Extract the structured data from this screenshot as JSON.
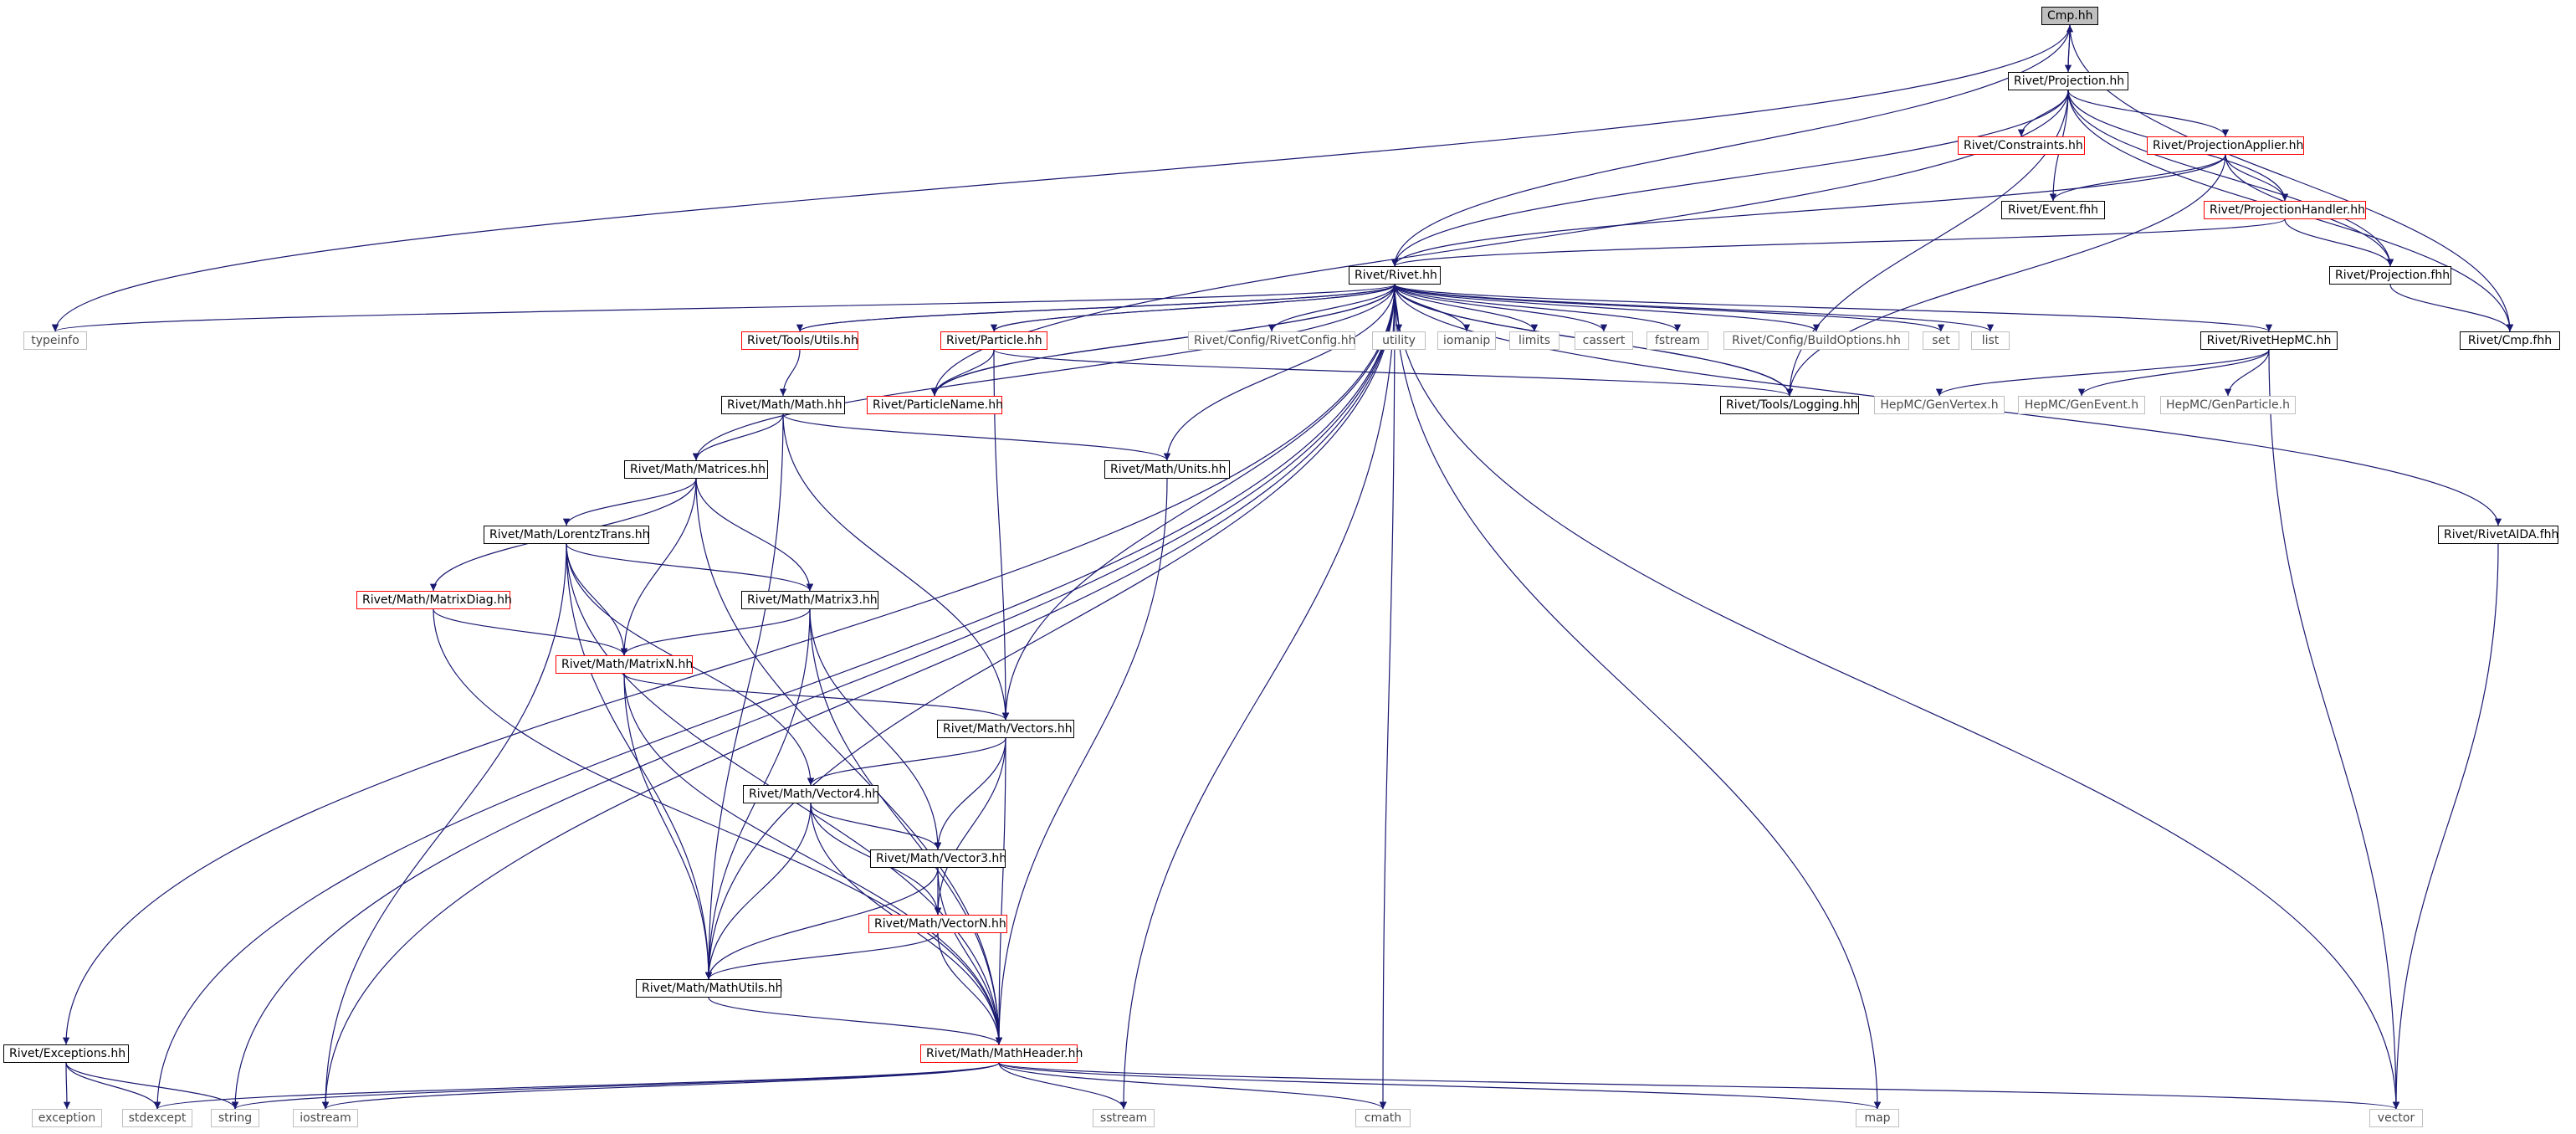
{
  "diagram": {
    "root": "Cmp.hh",
    "colors": {
      "edge": "#191970",
      "root_fill": "#bfbfbf",
      "incomplete_border": "#ff0000",
      "system_border": "#bfbfbf"
    },
    "nodes": {
      "cmp_hh": "Cmp.hh",
      "projection_hh": "Rivet/Projection.hh",
      "constraints_hh": "Rivet/Constraints.hh",
      "projectionapplier_hh": "Rivet/ProjectionApplier.hh",
      "event_fhh": "Rivet/Event.fhh",
      "projectionhandler_hh": "Rivet/ProjectionHandler.hh",
      "rivet_hh": "Rivet/Rivet.hh",
      "projection_fhh": "Rivet/Projection.fhh",
      "cmp_fhh": "Rivet/Cmp.fhh",
      "typeinfo": "typeinfo",
      "tools_utils_hh": "Rivet/Tools/Utils.hh",
      "particle_hh": "Rivet/Particle.hh",
      "rivetconfig_hh": "Rivet/Config/RivetConfig.hh",
      "utility": "utility",
      "iomanip": "iomanip",
      "limits": "limits",
      "cassert": "cassert",
      "fstream": "fstream",
      "buildoptions_hh": "Rivet/Config/BuildOptions.hh",
      "set": "set",
      "list": "list",
      "rivethepmc_hh": "Rivet/RivetHepMC.hh",
      "math_hh": "Rivet/Math/Math.hh",
      "particlename_hh": "Rivet/ParticleName.hh",
      "logging_hh": "Rivet/Tools/Logging.hh",
      "genvertex_h": "HepMC/GenVertex.h",
      "genevent_h": "HepMC/GenEvent.h",
      "genparticle_h": "HepMC/GenParticle.h",
      "matrices_hh": "Rivet/Math/Matrices.hh",
      "units_hh": "Rivet/Math/Units.hh",
      "lorentztrans_hh": "Rivet/Math/LorentzTrans.hh",
      "rivetaida_fhh": "Rivet/RivetAIDA.fhh",
      "matrixdiag_hh": "Rivet/Math/MatrixDiag.hh",
      "matrix3_hh": "Rivet/Math/Matrix3.hh",
      "matrixn_hh": "Rivet/Math/MatrixN.hh",
      "vectors_hh": "Rivet/Math/Vectors.hh",
      "vector4_hh": "Rivet/Math/Vector4.hh",
      "vector3_hh": "Rivet/Math/Vector3.hh",
      "vectorn_hh": "Rivet/Math/VectorN.hh",
      "mathutils_hh": "Rivet/Math/MathUtils.hh",
      "exceptions_hh": "Rivet/Exceptions.hh",
      "mathheader_hh": "Rivet/Math/MathHeader.hh",
      "exception": "exception",
      "stdexcept": "stdexcept",
      "string": "string",
      "iostream": "iostream",
      "sstream": "sstream",
      "cmath": "cmath",
      "map": "map",
      "vector": "vector"
    }
  }
}
